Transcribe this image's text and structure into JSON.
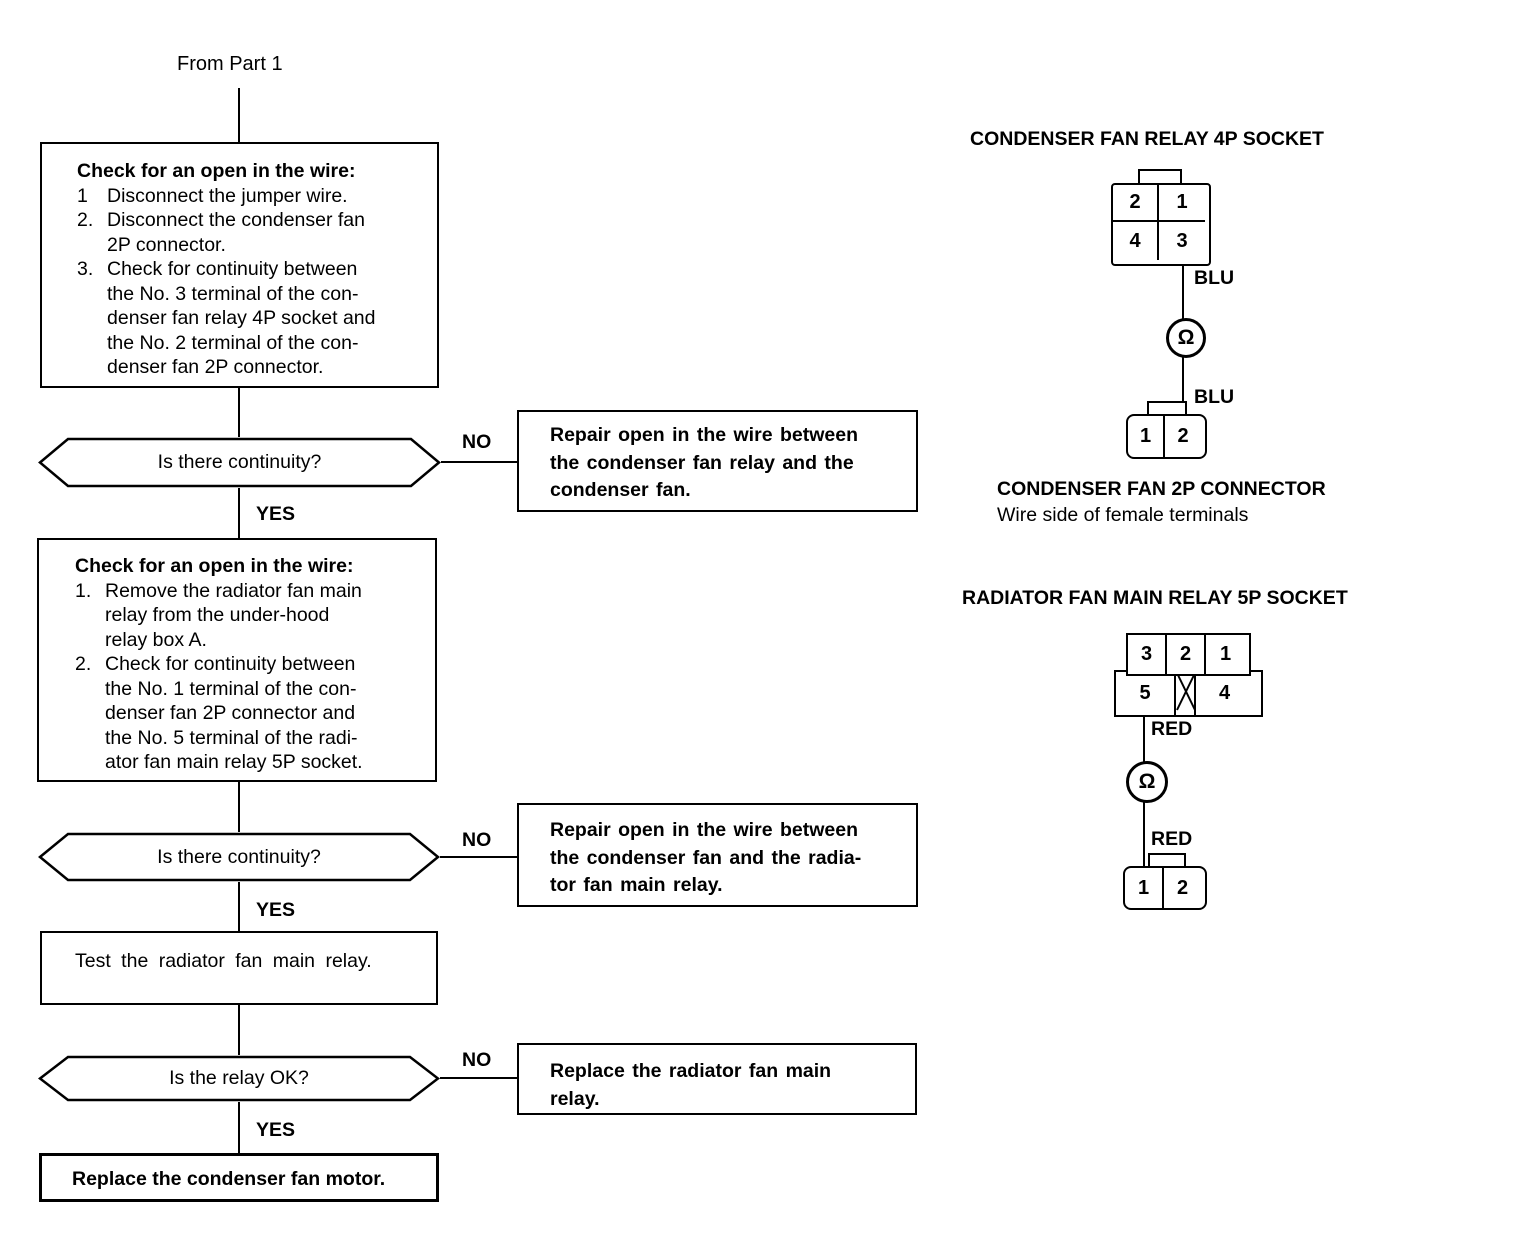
{
  "flow": {
    "source_label": "From Part 1",
    "no_label": "NO",
    "yes_label": "YES",
    "step1": {
      "title": "Check for an open in the wire:",
      "items": [
        {
          "num": "1",
          "text": "Disconnect the jumper wire."
        },
        {
          "num": "2.",
          "text": "Disconnect the condenser fan\n2P connector."
        },
        {
          "num": "3.",
          "text": "Check for continuity between\nthe No. 3 terminal of the con-\ndenser fan relay 4P socket and\nthe No. 2 terminal of the con-\ndenser fan 2P connector."
        }
      ]
    },
    "decision1": "Is there continuity?",
    "repair1": "Repair open in the wire between\nthe condenser fan relay and the\ncondenser fan.",
    "step2": {
      "title": "Check for an open in the wire:",
      "items": [
        {
          "num": "1.",
          "text": "Remove the radiator fan main\nrelay from the under-hood\nrelay box A."
        },
        {
          "num": "2.",
          "text": "Check for continuity between\nthe No. 1 terminal of the con-\ndenser fan 2P connector and\nthe No. 5 terminal of the radi-\nator fan main relay 5P socket."
        }
      ]
    },
    "decision2": "Is there continuity?",
    "repair2": "Repair open in the wire between\nthe condenser fan and the radia-\ntor fan main relay.",
    "step3": "Test the radiator fan main relay.",
    "decision3": "Is the relay OK?",
    "repair3": "Replace the radiator fan main\nrelay.",
    "final": "Replace the condenser fan motor."
  },
  "diagrams": {
    "meter_symbol": "Ω",
    "socket4p": {
      "title": "CONDENSER FAN RELAY 4P SOCKET",
      "cell_tl": "2",
      "cell_tr": "1",
      "cell_bl": "4",
      "cell_br": "3",
      "wire_label_top": "BLU",
      "wire_label_bottom": "BLU"
    },
    "connector2p": {
      "title": "CONDENSER FAN 2P CONNECTOR",
      "subtitle": "Wire side of female terminals",
      "cell_left": "1",
      "cell_right": "2"
    },
    "socket5p": {
      "title": "RADIATOR FAN MAIN RELAY 5P SOCKET",
      "cell_t1": "3",
      "cell_t2": "2",
      "cell_t3": "1",
      "cell_b1": "5",
      "cell_b2": "4",
      "wire_label_top": "RED",
      "wire_label_bottom": "RED"
    },
    "connector2p_b": {
      "cell_left": "1",
      "cell_right": "2"
    }
  },
  "colors": {
    "ink": "#000000",
    "paper": "#ffffff"
  }
}
